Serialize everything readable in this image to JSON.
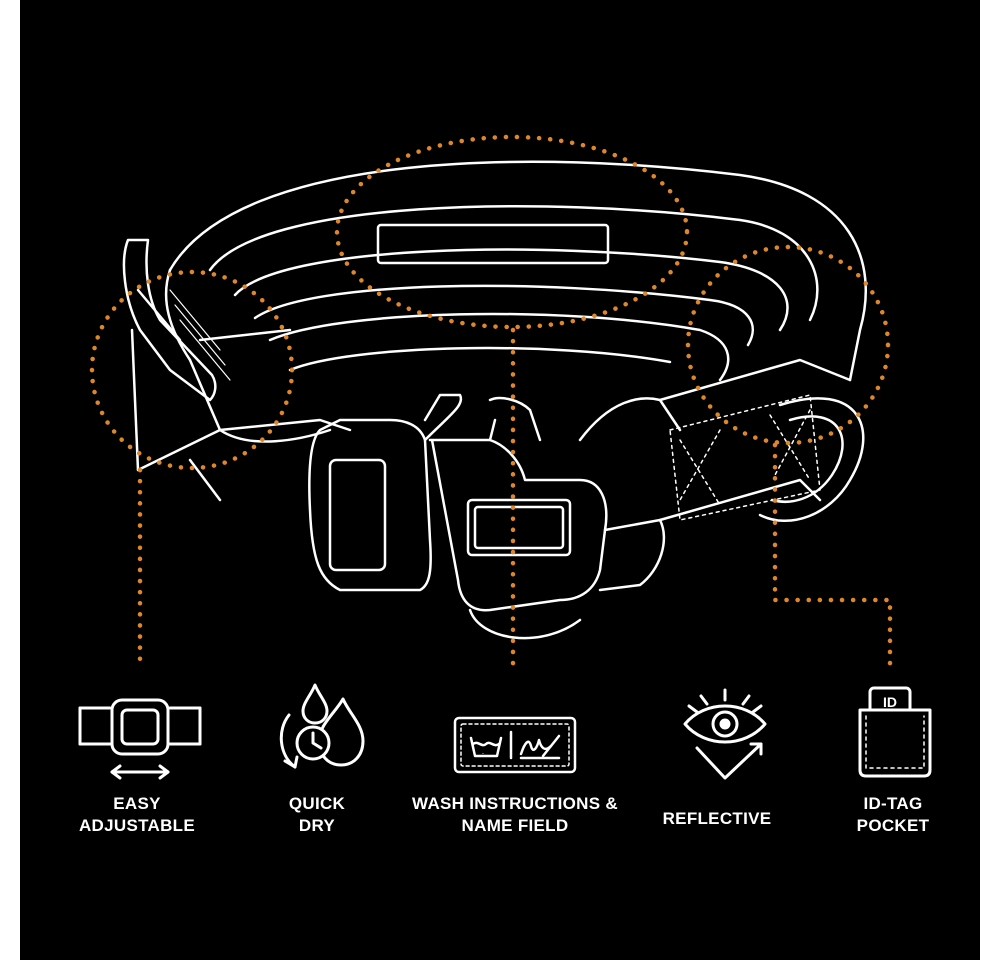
{
  "colors": {
    "background": "#000000",
    "line": "#ffffff",
    "accent": "#e0862a"
  },
  "features": [
    {
      "id": "adjustable",
      "icon": "buckle-arrow-icon",
      "lines": [
        "EASY",
        "ADJUSTABLE"
      ]
    },
    {
      "id": "quick-dry",
      "icon": "water-drops-clock-icon",
      "lines": [
        "QUICK",
        "DRY"
      ]
    },
    {
      "id": "wash-name",
      "icon": "wash-label-icon",
      "lines": [
        "WASH INSTRUCTIONS &",
        "NAME FIELD"
      ]
    },
    {
      "id": "reflective",
      "icon": "eye-reflection-icon",
      "lines": [
        "REFLECTIVE"
      ]
    },
    {
      "id": "id-tag",
      "icon": "id-pocket-icon",
      "lines": [
        "ID-TAG",
        "POCKET"
      ],
      "tag_text": "ID"
    }
  ]
}
